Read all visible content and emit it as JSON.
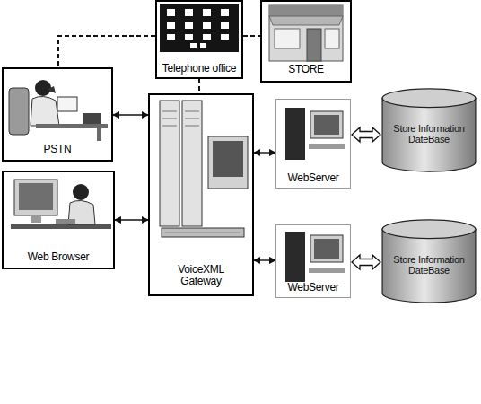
{
  "diagram": {
    "nodes": [
      {
        "text": [
          "Telephone office"
        ]
      },
      {
        "text": [
          "STORE"
        ]
      },
      {
        "text": [
          "PSTN"
        ]
      },
      {
        "text": [
          "Web Browser"
        ]
      },
      {
        "text": [
          "VoiceXML Gateway"
        ]
      },
      {
        "text": [
          "WebServer"
        ]
      },
      {
        "text": [
          "Store Information DateBase"
        ]
      },
      {
        "text": [
          "WebServer"
        ]
      },
      {
        "text": [
          "Store Information DateBase"
        ]
      }
    ],
    "edges": [
      {
        "from": 0,
        "to": 1,
        "arrow": "none"
      },
      {
        "from": 0,
        "to": 2,
        "arrow": "none"
      },
      {
        "from": 0,
        "to": 4,
        "arrow": "none"
      },
      {
        "from": 2,
        "to": 4,
        "arrow": "both"
      },
      {
        "from": 3,
        "to": 4,
        "arrow": "both"
      },
      {
        "from": 4,
        "to": 5,
        "arrow": "both"
      },
      {
        "from": 4,
        "to": 7,
        "arrow": "both"
      },
      {
        "from": 5,
        "to": 6,
        "arrow": "both"
      },
      {
        "from": 7,
        "to": 8,
        "arrow": "both"
      }
    ]
  }
}
